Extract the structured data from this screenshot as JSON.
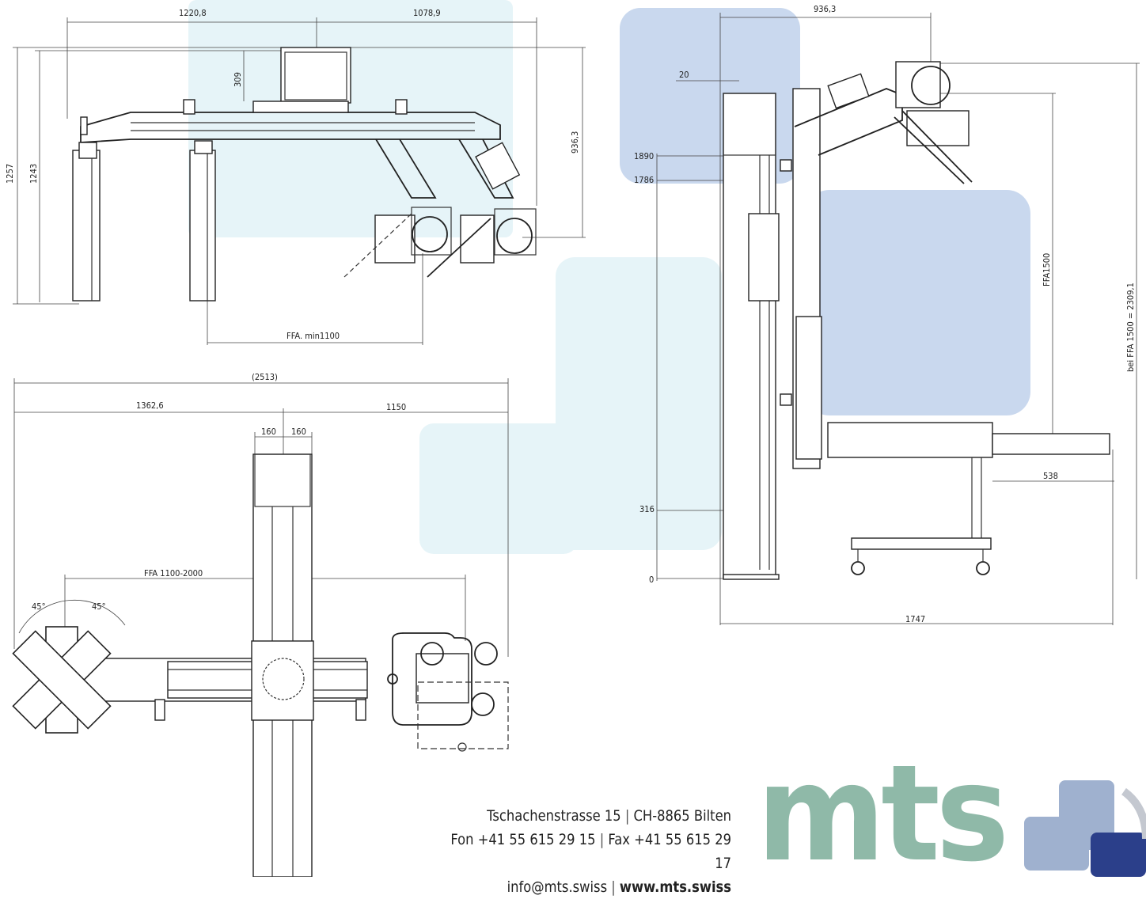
{
  "dimensions": {
    "top_view": {
      "width_left": "1220,8",
      "width_right": "1078,9",
      "height_309": "309",
      "height_1257": "1257",
      "height_1243": "1243",
      "height_936": "936,3",
      "ffa_min": "FFA. min1100"
    },
    "plan_view": {
      "overall": "(2513)",
      "left": "1362,6",
      "right": "1150",
      "col_left": "160",
      "col_right": "160",
      "ffa_range": "FFA 1100-2000",
      "angle_left": "45°",
      "angle_right": "45°"
    },
    "side_view": {
      "top": "936,3",
      "offset": "20",
      "h1890": "1890",
      "h1786": "1786",
      "h316": "316",
      "zero": "0",
      "ffa1500": "FFA1500",
      "bei_ffa": "bei FFA 1500 = 2309,1",
      "depth538": "538",
      "width1747": "1747"
    }
  },
  "footer": {
    "address_line1": "Tschachenstrasse 15",
    "address_line1b": "CH-8865 Bilten",
    "phone": "Fon +41 55 615 29 15",
    "fax": "Fax +41 55 615 29 17",
    "email": "info@mts.swiss",
    "web": "www.mts.swiss",
    "logo": "mts"
  },
  "colors": {
    "logo_green": "#8fb9a8",
    "logo_blue": "#9fb1cf",
    "logo_navy": "#2b3f8a",
    "watermark_blue": "#c7d7ee",
    "watermark_cyan": "#e3f3f8"
  }
}
